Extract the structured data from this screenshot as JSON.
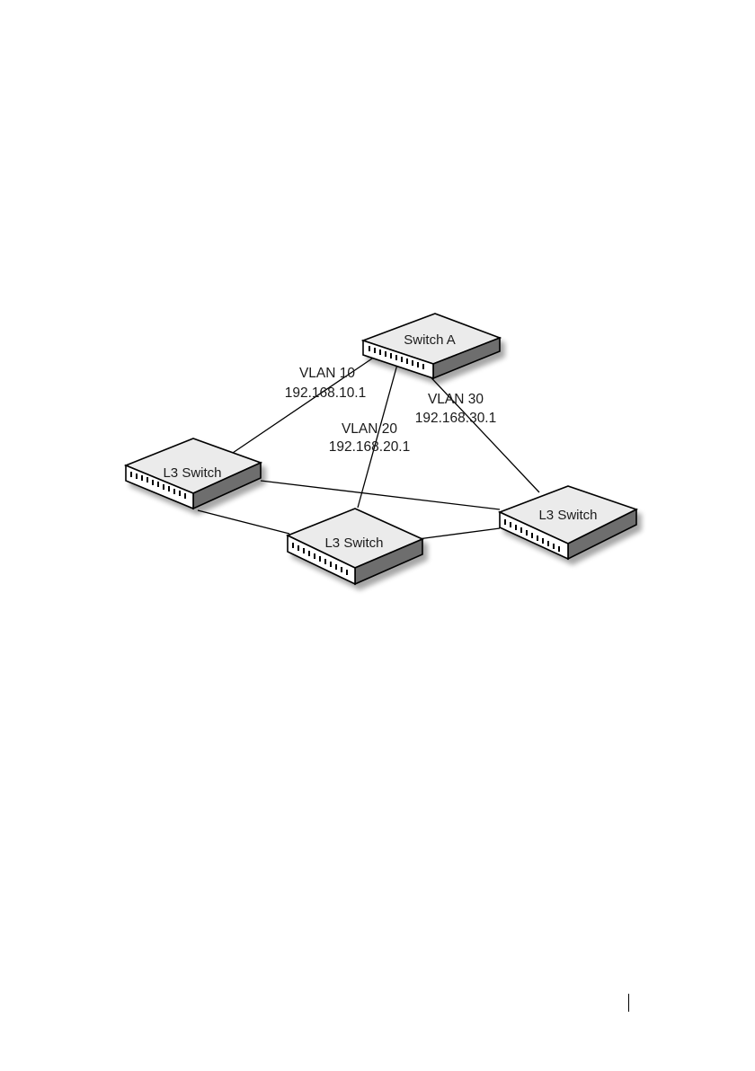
{
  "diagram": {
    "devices": [
      {
        "id": "switch-a",
        "label": "Switch A"
      },
      {
        "id": "l3-left",
        "label": "L3 Switch"
      },
      {
        "id": "l3-middle",
        "label": "L3 Switch"
      },
      {
        "id": "l3-right",
        "label": "L3 Switch"
      }
    ],
    "links": [
      {
        "from": "switch-a",
        "to": "l3-left",
        "vlan": "VLAN 10",
        "ip": "192.168.10.1"
      },
      {
        "from": "switch-a",
        "to": "l3-middle",
        "vlan": "VLAN 20",
        "ip": "192.168.20.1"
      },
      {
        "from": "switch-a",
        "to": "l3-right",
        "vlan": "VLAN 30",
        "ip": "192.168.30.1"
      },
      {
        "from": "l3-left",
        "to": "l3-right"
      },
      {
        "from": "l3-left",
        "to": "l3-middle"
      },
      {
        "from": "l3-middle",
        "to": "l3-right"
      }
    ]
  },
  "colors": {
    "top_face": "#ebebeb",
    "side_face": "#6e6e6e",
    "front_face": "#ffffff",
    "outline": "#000000"
  }
}
